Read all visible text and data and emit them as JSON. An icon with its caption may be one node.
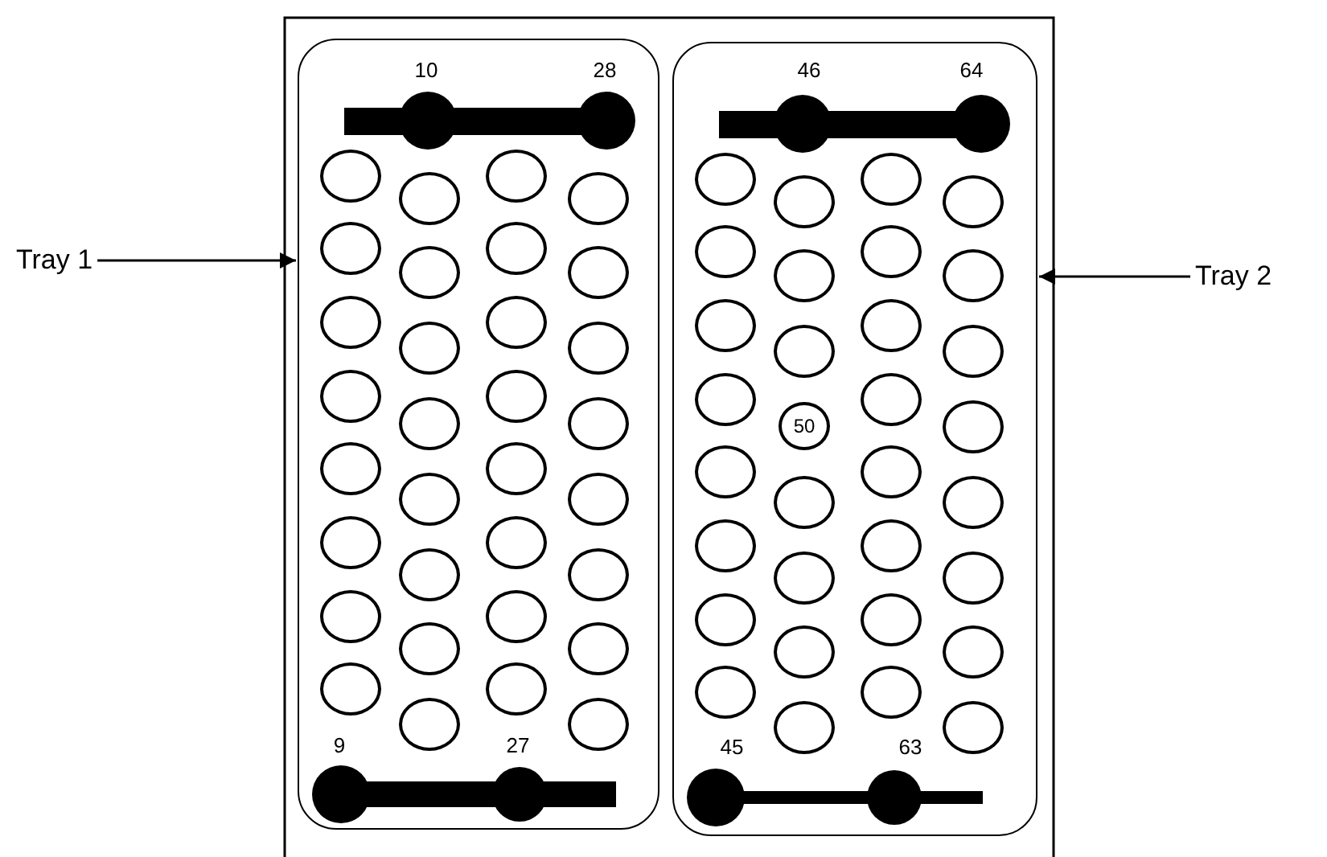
{
  "diagram": {
    "nodes": [
      {
        "text": [
          "Tray 1"
        ]
      },
      {
        "text": [],
        "shape": "box"
      },
      {
        "text": [],
        "shape": "circle",
        "in": 1
      },
      {
        "text": [],
        "shape": "circle",
        "in": 1
      },
      {
        "text": [],
        "shape": "circle",
        "in": 1
      },
      {
        "text": [],
        "shape": "circle",
        "in": 1
      },
      {
        "text": [],
        "shape": "circle",
        "in": 1
      },
      {
        "text": [],
        "shape": "circle",
        "in": 1
      },
      {
        "text": [],
        "shape": "circle",
        "in": 1
      },
      {
        "text": [],
        "shape": "circle",
        "in": 1
      },
      {
        "text": [],
        "shape": "circle",
        "in": 1
      },
      {
        "text": [],
        "shape": "circle",
        "in": 1
      },
      {
        "text": [],
        "shape": "circle",
        "in": 1
      },
      {
        "text": [],
        "shape": "circle",
        "in": 1
      },
      {
        "text": [],
        "shape": "circle",
        "in": 1
      },
      {
        "text": [],
        "shape": "circle",
        "in": 1
      },
      {
        "text": [],
        "shape": "circle",
        "in": 1
      },
      {
        "text": [],
        "shape": "circle",
        "in": 1
      },
      {
        "text": [],
        "shape": "circle",
        "in": 1
      },
      {
        "text": [],
        "shape": "circle",
        "in": 1
      },
      {
        "text": [],
        "shape": "circle",
        "in": 1
      },
      {
        "text": [],
        "shape": "circle",
        "in": 1
      },
      {
        "text": [],
        "shape": "circle",
        "in": 1
      },
      {
        "text": [],
        "shape": "circle",
        "in": 1
      },
      {
        "text": [],
        "shape": "circle",
        "in": 1
      },
      {
        "text": [],
        "shape": "circle",
        "in": 1
      },
      {
        "text": [],
        "shape": "circle",
        "in": 1
      },
      {
        "text": [],
        "shape": "circle",
        "in": 1
      },
      {
        "text": [],
        "shape": "circle",
        "in": 1
      },
      {
        "text": [],
        "shape": "circle",
        "in": 1
      },
      {
        "text": [],
        "shape": "circle",
        "in": 1
      },
      {
        "text": [],
        "shape": "circle",
        "in": 1
      },
      {
        "text": [],
        "shape": "circle",
        "in": 1
      },
      {
        "text": [],
        "shape": "circle",
        "in": 1
      },
      {
        "text": [],
        "shape": "box"
      },
      {
        "text": [],
        "shape": "circle",
        "in": 34
      },
      {
        "text": [],
        "shape": "circle",
        "in": 34
      },
      {
        "text": [],
        "shape": "circle",
        "in": 34
      },
      {
        "text": [],
        "shape": "circle",
        "in": 34
      },
      {
        "text": [],
        "shape": "circle",
        "in": 34
      },
      {
        "text": [],
        "shape": "circle",
        "in": 34
      },
      {
        "text": [],
        "shape": "circle",
        "in": 34
      },
      {
        "text": [],
        "shape": "circle",
        "in": 34
      },
      {
        "text": [],
        "shape": "circle",
        "in": 34
      },
      {
        "text": [],
        "shape": "circle",
        "in": 34
      },
      {
        "text": [],
        "shape": "circle",
        "in": 34
      },
      {
        "text": [],
        "shape": "circle",
        "in": 34
      },
      {
        "text": [],
        "shape": "circle",
        "in": 34
      },
      {
        "text": [
          "50"
        ],
        "in": 34
      },
      {
        "text": [],
        "shape": "circle",
        "in": 34
      },
      {
        "text": [],
        "shape": "circle",
        "in": 34
      },
      {
        "text": [],
        "shape": "circle",
        "in": 34
      },
      {
        "text": [],
        "shape": "circle",
        "in": 34
      },
      {
        "text": [],
        "shape": "circle",
        "in": 34
      },
      {
        "text": [],
        "shape": "circle",
        "in": 34
      },
      {
        "text": [],
        "shape": "circle",
        "in": 34
      },
      {
        "text": [],
        "shape": "circle",
        "in": 34
      },
      {
        "text": [],
        "shape": "circle",
        "in": 34
      },
      {
        "text": [],
        "shape": "circle",
        "in": 34
      },
      {
        "text": [],
        "shape": "circle",
        "in": 34
      },
      {
        "text": [],
        "shape": "circle",
        "in": 34
      },
      {
        "text": [],
        "shape": "circle",
        "in": 34
      },
      {
        "text": [],
        "shape": "circle",
        "in": 34
      },
      {
        "text": [],
        "shape": "circle",
        "in": 34
      },
      {
        "text": [],
        "shape": "circle",
        "in": 34
      },
      {
        "text": [],
        "shape": "circle",
        "in": 34
      },
      {
        "text": [],
        "shape": "circle",
        "in": 34
      },
      {
        "text": [
          "Tray 2"
        ]
      }
    ],
    "edges": [
      {
        "from": 0,
        "to": 1,
        "arrow": "to"
      },
      {
        "from": 67,
        "to": 34,
        "arrow": "to"
      }
    ],
    "labels": [
      "10",
      "28",
      "46",
      "64",
      "9",
      "27",
      "45",
      "63"
    ]
  }
}
